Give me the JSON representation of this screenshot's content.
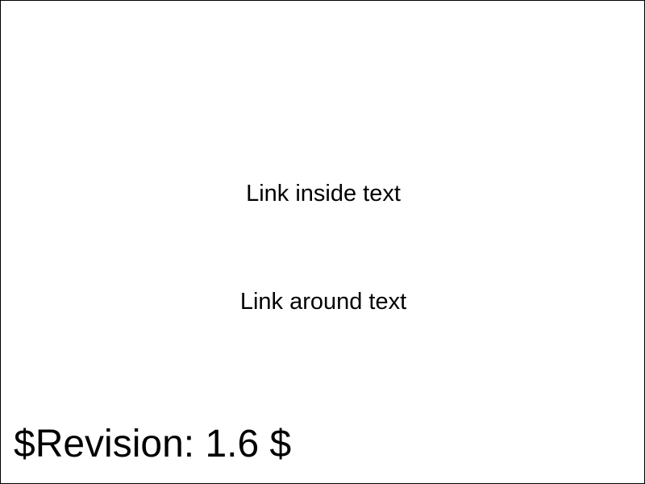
{
  "links": {
    "inside_text": "Link inside text",
    "around_text": "Link around text"
  },
  "footer": {
    "revision": "$Revision: 1.6 $"
  },
  "colors": {
    "background": "#ffffff",
    "text": "#000000",
    "border": "#000000"
  }
}
